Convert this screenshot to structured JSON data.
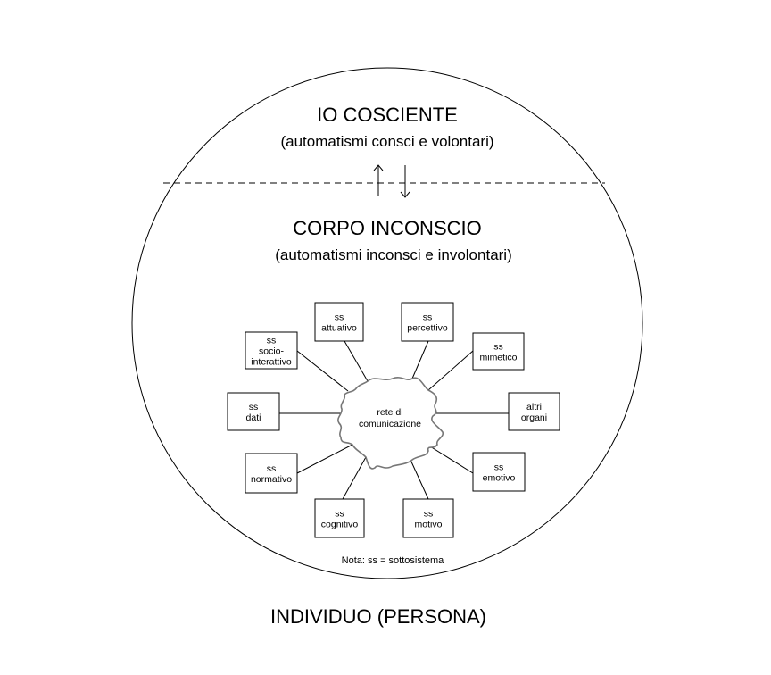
{
  "top_region": {
    "title": "IO COSCIENTE",
    "subtitle": "(automatismi consci e volontari)"
  },
  "bottom_region": {
    "title": "CORPO INCONSCIO",
    "subtitle": "(automatismi inconsci e involontari)"
  },
  "center": {
    "line1": "rete di",
    "line2": "comunicazione"
  },
  "nodes": [
    {
      "id": "attuativo",
      "lines": [
        "ss",
        "attuativo"
      ]
    },
    {
      "id": "percettivo",
      "lines": [
        "ss",
        "percettivo"
      ]
    },
    {
      "id": "socio-interattivo",
      "lines": [
        "ss",
        "socio-",
        "interattivo"
      ]
    },
    {
      "id": "mimetico",
      "lines": [
        "ss",
        "mimetico"
      ]
    },
    {
      "id": "dati",
      "lines": [
        "ss",
        "dati"
      ]
    },
    {
      "id": "altri-organi",
      "lines": [
        "altri",
        "organi"
      ]
    },
    {
      "id": "normativo",
      "lines": [
        "ss",
        "normativo"
      ]
    },
    {
      "id": "emotivo",
      "lines": [
        "ss",
        "emotivo"
      ]
    },
    {
      "id": "cognitivo",
      "lines": [
        "ss",
        "cognitivo"
      ]
    },
    {
      "id": "motivo",
      "lines": [
        "ss",
        "motivo"
      ]
    }
  ],
  "note": "Nota: ss = sottosistema",
  "footer": "INDIVIDUO (PERSONA)"
}
